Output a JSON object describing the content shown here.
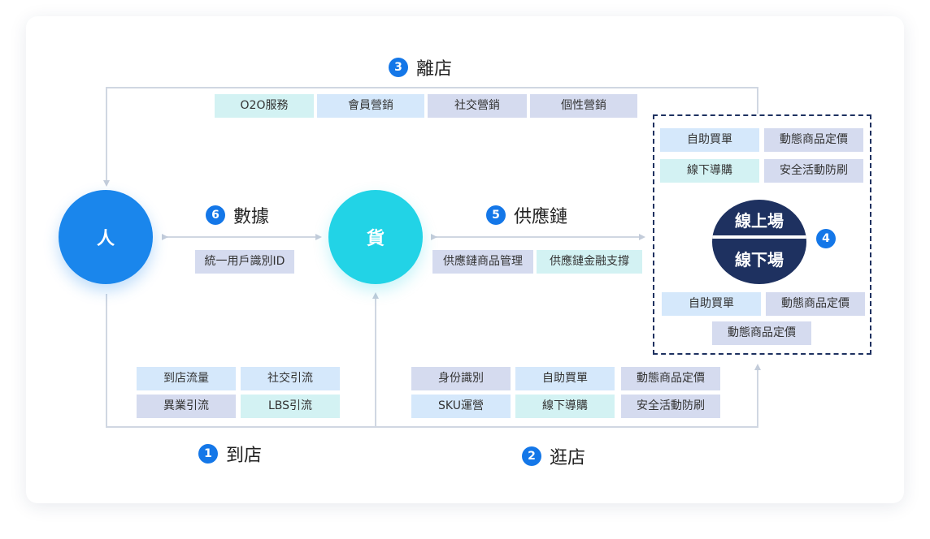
{
  "nodes": {
    "person": "人",
    "goods": "貨",
    "scene_top": "線上場",
    "scene_bottom": "線下場"
  },
  "headings": {
    "leave": {
      "num": "3",
      "label": "離店"
    },
    "data": {
      "num": "6",
      "label": "數據"
    },
    "supply": {
      "num": "5",
      "label": "供應鏈"
    },
    "scene": {
      "num": "4"
    },
    "arrive": {
      "num": "1",
      "label": "到店"
    },
    "browse": {
      "num": "2",
      "label": "逛店"
    }
  },
  "tags": {
    "leave": [
      "O2O服務",
      "會員營銷",
      "社交營銷",
      "個性營銷"
    ],
    "scene_top": [
      "自助買單",
      "動態商品定價",
      "線下導購",
      "安全活動防刷"
    ],
    "scene_bottom": [
      "自助買單",
      "動態商品定價",
      "動態商品定價"
    ],
    "data": [
      "統一用戶識別ID"
    ],
    "supply": [
      "供應鏈商品管理",
      "供應鏈金融支撐"
    ],
    "arrive": [
      "到店流量",
      "社交引流",
      "異業引流",
      "LBS引流"
    ],
    "browse": [
      "身份識別",
      "自助買單",
      "動態商品定價",
      "SKU運營",
      "線下導購",
      "安全活動防刷"
    ]
  },
  "colors": {
    "person": "#1a86ec",
    "goods": "#22d3e6",
    "scene": "#1e3160",
    "badge": "#1477e8",
    "tag_blue": "#d5e8fb",
    "tag_cyan": "#d3f2f3",
    "tag_purple": "#d5dbef"
  }
}
